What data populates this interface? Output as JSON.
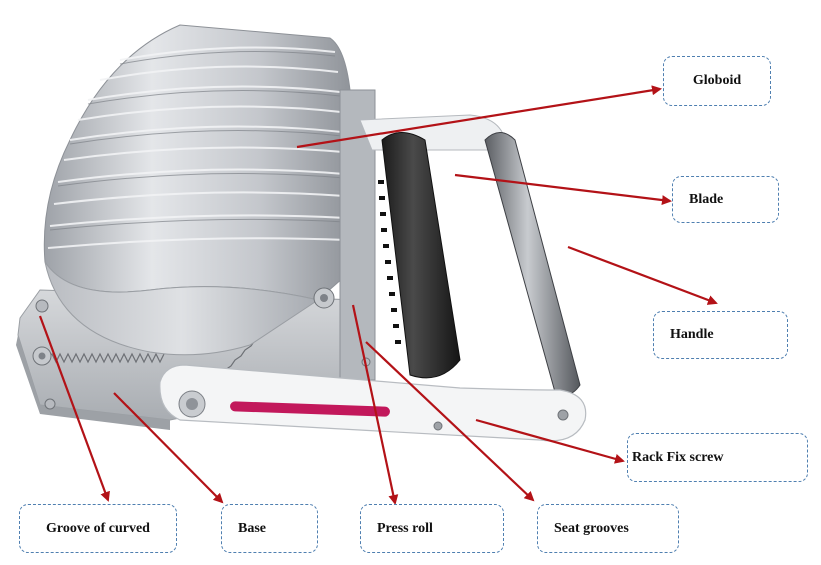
{
  "labels": {
    "globoid": "Globoid",
    "blade": "Blade",
    "handle": "Handle",
    "rack_fix_screw": "Rack Fix screw",
    "groove_of_curved": "Groove of curved",
    "base": "Base",
    "press_roll": "Press roll",
    "seat_grooves": "Seat grooves"
  },
  "colors": {
    "arrow": "#b31217",
    "box_border": "#4f7fb0",
    "metal": "#c9cbcf",
    "rubber": "#2a2a2a",
    "red_slot": "#c2185b"
  }
}
